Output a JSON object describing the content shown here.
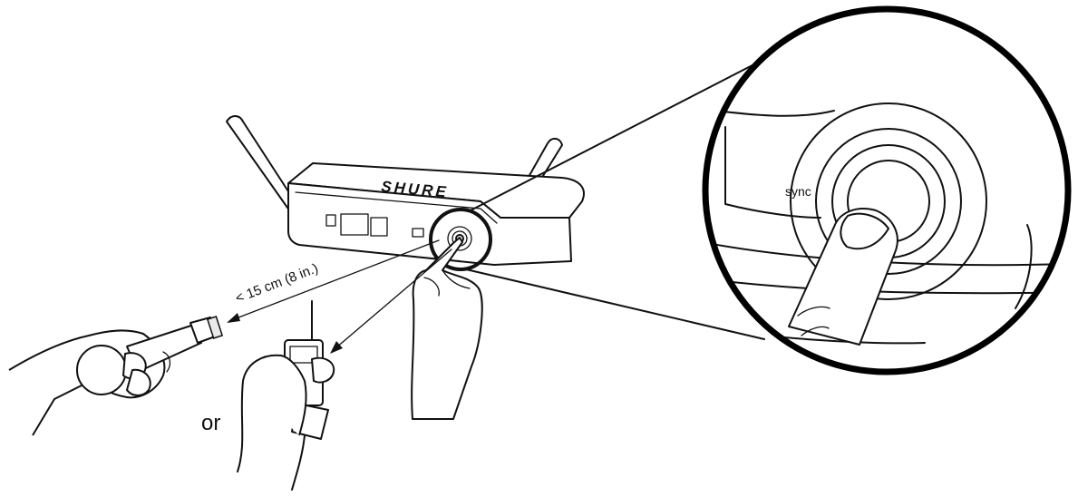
{
  "labels": {
    "distance": "< 15 cm (8 in.)",
    "alternative": "or",
    "button": "sync",
    "brand": "SHURE"
  },
  "icons": {
    "receiver": "receiver-icon",
    "handheld_microphone": "handheld-microphone-icon",
    "bodypack_transmitter": "bodypack-transmitter-icon",
    "finger": "finger-icon",
    "magnifier": "magnifier-icon"
  }
}
